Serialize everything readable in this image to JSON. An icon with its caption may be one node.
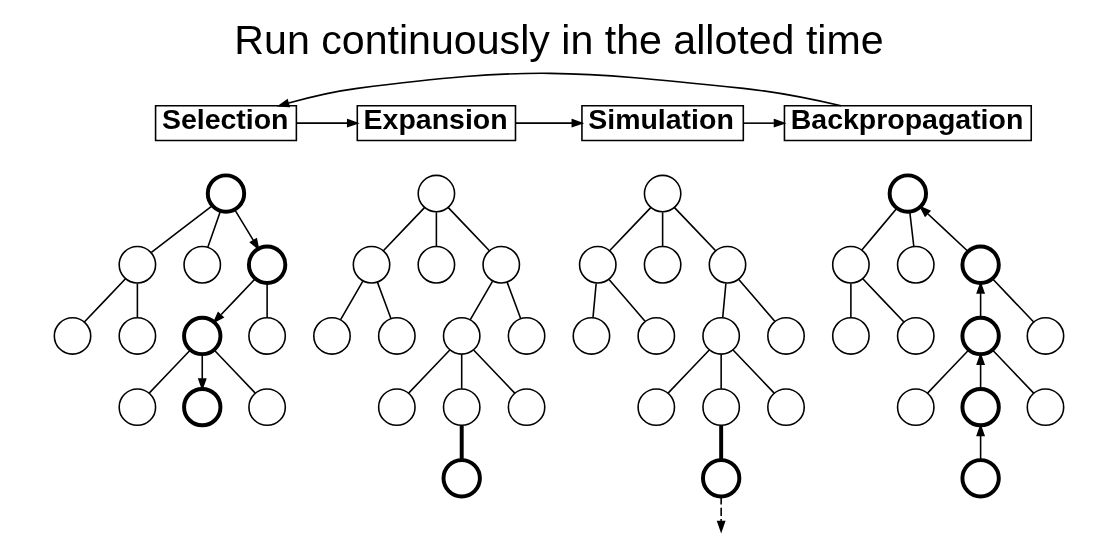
{
  "diagram": {
    "title": "Run continuously in the alloted time",
    "nodes": [
      {
        "text": [
          "Selection"
        ]
      },
      {
        "text": [
          "Expansion"
        ]
      },
      {
        "text": [
          "Simulation"
        ]
      },
      {
        "text": [
          "Backpropagation"
        ]
      },
      {
        "text": [],
        "shape": "circle"
      },
      {
        "text": [],
        "shape": "circle"
      },
      {
        "text": [],
        "shape": "circle"
      },
      {
        "text": [],
        "shape": "circle"
      },
      {
        "text": [],
        "shape": "circle"
      },
      {
        "text": [],
        "shape": "circle"
      },
      {
        "text": [],
        "shape": "circle"
      },
      {
        "text": [],
        "shape": "circle"
      },
      {
        "text": [],
        "shape": "circle"
      },
      {
        "text": [],
        "shape": "circle"
      },
      {
        "text": [],
        "shape": "circle"
      },
      {
        "text": [],
        "shape": "circle"
      },
      {
        "text": [],
        "shape": "circle"
      },
      {
        "text": [],
        "shape": "circle"
      },
      {
        "text": [],
        "shape": "circle"
      },
      {
        "text": [],
        "shape": "circle"
      },
      {
        "text": [],
        "shape": "circle"
      },
      {
        "text": [],
        "shape": "circle"
      },
      {
        "text": [],
        "shape": "circle"
      },
      {
        "text": [],
        "shape": "circle"
      },
      {
        "text": [],
        "shape": "circle"
      },
      {
        "text": [],
        "shape": "circle"
      },
      {
        "text": [],
        "shape": "circle"
      },
      {
        "text": [],
        "shape": "circle"
      },
      {
        "text": [],
        "shape": "circle"
      },
      {
        "text": [],
        "shape": "circle"
      },
      {
        "text": [],
        "shape": "circle"
      },
      {
        "text": [],
        "shape": "circle"
      },
      {
        "text": [],
        "shape": "circle"
      },
      {
        "text": [],
        "shape": "circle"
      },
      {
        "text": [],
        "shape": "circle"
      },
      {
        "text": [],
        "shape": "circle"
      },
      {
        "text": [],
        "shape": "circle"
      },
      {
        "text": [],
        "shape": "circle"
      },
      {
        "text": [],
        "shape": "circle"
      },
      {
        "text": [],
        "shape": "circle"
      },
      {
        "text": [],
        "shape": "circle"
      },
      {
        "text": [],
        "shape": "circle"
      },
      {
        "text": [],
        "shape": "circle"
      },
      {
        "text": [],
        "shape": "circle"
      },
      {
        "text": [],
        "shape": "circle"
      },
      {
        "text": [],
        "shape": "circle"
      },
      {
        "text": [],
        "shape": "circle"
      },
      {
        "text": [],
        "shape": "circle"
      },
      {
        "text": [],
        "shape": "circle"
      },
      {
        "text": [],
        "shape": "circle"
      },
      {
        "text": [],
        "shape": "circle"
      }
    ],
    "edges": [
      {
        "from": 0,
        "to": 1,
        "arrow": "to"
      },
      {
        "from": 1,
        "to": 2,
        "arrow": "to"
      },
      {
        "from": 2,
        "to": 3,
        "arrow": "to"
      },
      {
        "from": 3,
        "to": 0,
        "arrow": "to"
      },
      {
        "from": 4,
        "to": 5,
        "arrow": "none"
      },
      {
        "from": 4,
        "to": 6,
        "arrow": "none"
      },
      {
        "from": 4,
        "to": 7,
        "arrow": "to"
      },
      {
        "from": 5,
        "to": 8,
        "arrow": "none"
      },
      {
        "from": 5,
        "to": 9,
        "arrow": "none"
      },
      {
        "from": 7,
        "to": 10,
        "arrow": "to"
      },
      {
        "from": 7,
        "to": 11,
        "arrow": "none"
      },
      {
        "from": 10,
        "to": 12,
        "arrow": "none"
      },
      {
        "from": 10,
        "to": 13,
        "arrow": "to"
      },
      {
        "from": 10,
        "to": 14,
        "arrow": "none"
      },
      {
        "from": 15,
        "to": 16,
        "arrow": "none"
      },
      {
        "from": 15,
        "to": 17,
        "arrow": "none"
      },
      {
        "from": 15,
        "to": 18,
        "arrow": "none"
      },
      {
        "from": 16,
        "to": 19,
        "arrow": "none"
      },
      {
        "from": 16,
        "to": 20,
        "arrow": "none"
      },
      {
        "from": 18,
        "to": 21,
        "arrow": "none"
      },
      {
        "from": 18,
        "to": 22,
        "arrow": "none"
      },
      {
        "from": 21,
        "to": 23,
        "arrow": "none"
      },
      {
        "from": 21,
        "to": 24,
        "arrow": "none"
      },
      {
        "from": 21,
        "to": 25,
        "arrow": "none"
      },
      {
        "from": 24,
        "to": 26,
        "arrow": "none",
        "style": "thick"
      },
      {
        "from": 27,
        "to": 28,
        "arrow": "none"
      },
      {
        "from": 27,
        "to": 29,
        "arrow": "none"
      },
      {
        "from": 27,
        "to": 30,
        "arrow": "none"
      },
      {
        "from": 28,
        "to": 31,
        "arrow": "none"
      },
      {
        "from": 28,
        "to": 32,
        "arrow": "none"
      },
      {
        "from": 30,
        "to": 33,
        "arrow": "none"
      },
      {
        "from": 30,
        "to": 34,
        "arrow": "none"
      },
      {
        "from": 33,
        "to": 35,
        "arrow": "none"
      },
      {
        "from": 33,
        "to": 36,
        "arrow": "none"
      },
      {
        "from": 33,
        "to": 37,
        "arrow": "none"
      },
      {
        "from": 36,
        "to": 38,
        "arrow": "none",
        "style": "thick"
      },
      {
        "from": 38,
        "to": null,
        "arrow": "to",
        "style": "dashed"
      },
      {
        "from": 39,
        "to": 40,
        "arrow": "none"
      },
      {
        "from": 39,
        "to": 41,
        "arrow": "none"
      },
      {
        "from": 42,
        "to": 39,
        "arrow": "to"
      },
      {
        "from": 40,
        "to": 43,
        "arrow": "none"
      },
      {
        "from": 40,
        "to": 44,
        "arrow": "none"
      },
      {
        "from": 45,
        "to": 42,
        "arrow": "to"
      },
      {
        "from": 42,
        "to": 46,
        "arrow": "none"
      },
      {
        "from": 45,
        "to": 47,
        "arrow": "none"
      },
      {
        "from": 48,
        "to": 45,
        "arrow": "to"
      },
      {
        "from": 45,
        "to": 49,
        "arrow": "none"
      },
      {
        "from": 50,
        "to": 48,
        "arrow": "to"
      }
    ]
  }
}
